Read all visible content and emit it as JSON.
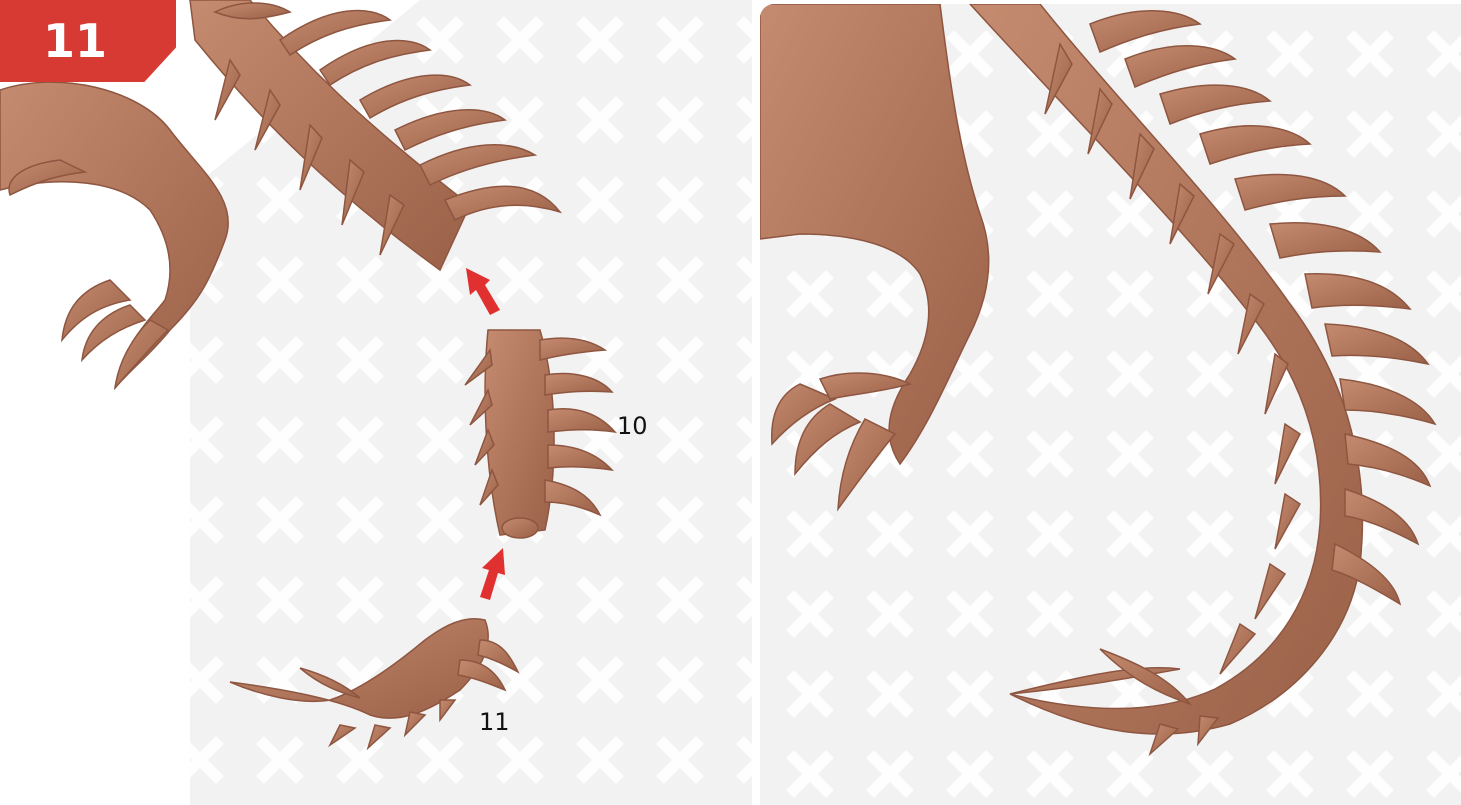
{
  "step": {
    "number": "11"
  },
  "parts": {
    "segment_label": "10",
    "tip_label": "11"
  },
  "colors": {
    "badge": "#d63a33",
    "arrow": "#e03030",
    "model": "#b87a60",
    "model_dark": "#8e5640",
    "background": "#f2f2f2",
    "watermark": "#ffffff"
  },
  "icons": {
    "assembly_arrow": "arrow-up-icon",
    "watermark": "x-mark-icon"
  }
}
